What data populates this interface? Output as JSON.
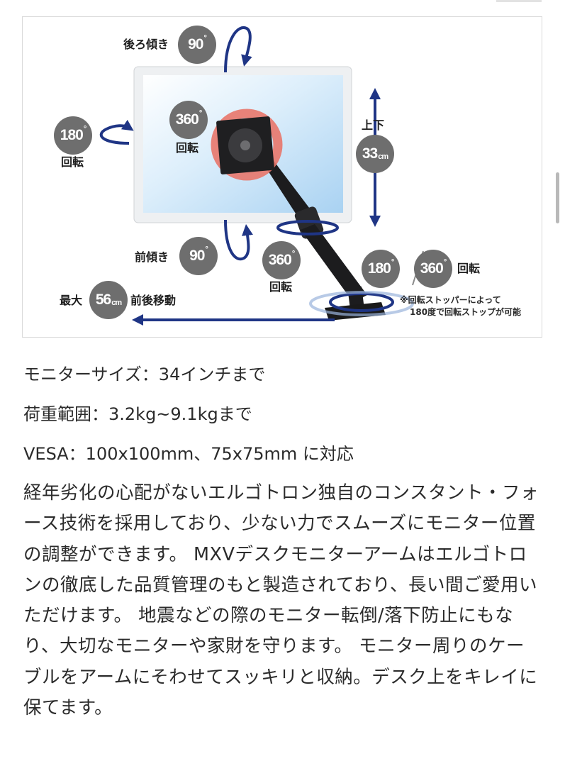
{
  "diagram": {
    "back_tilt": {
      "label": "後ろ傾き",
      "value": "90",
      "unit": "°"
    },
    "left_rotation": {
      "value": "180",
      "unit": "°",
      "label": "回転"
    },
    "center_rotation": {
      "value": "360",
      "unit": "°",
      "label": "回転"
    },
    "vertical": {
      "label": "上下",
      "value": "33",
      "unit": "cm"
    },
    "forward_tilt": {
      "label": "前傾き",
      "value": "90",
      "unit": "°"
    },
    "elbow_rotation": {
      "value": "360",
      "unit": "°",
      "label": "回転"
    },
    "base_rotation": {
      "value_a": "180",
      "value_b": "360",
      "unit": "°",
      "separator": "/",
      "label": "回転"
    },
    "stopper_note": {
      "line1": "※回転ストッパーによって",
      "line2": "180度で回転ストップが可能"
    },
    "reach": {
      "label_prefix": "最大",
      "value": "56",
      "unit": "cm",
      "label_suffix": "前後移動"
    },
    "colors": {
      "arrow": "#1f3585",
      "badge": "#6e6e6e",
      "rotation_ring": "#e8756a",
      "arm": "#1b1b1d",
      "screen": "#d8ecfa"
    }
  },
  "specs": {
    "monitor_size": "モニターサイズ：34インチまで",
    "load_range": "荷重範囲：3.2kg~9.1kgまで",
    "vesa": "VESA：100x100mm、75x75mm に対応"
  },
  "description": "経年劣化の心配がないエルゴトロン独自のコンスタント・フォース技術を採用しており、少ない力でスムーズにモニター位置の調整ができます。 MXVデスクモニターアームはエルゴトロンの徹底した品質管理のもと製造されており、長い間ご愛用いただけます。 地震などの際のモニター転倒/落下防止にもなり、大切なモニターや家財を守ります。 モニター周りのケーブルをアームにそわせてスッキリと収納。デスク上をキレイに保てます。"
}
